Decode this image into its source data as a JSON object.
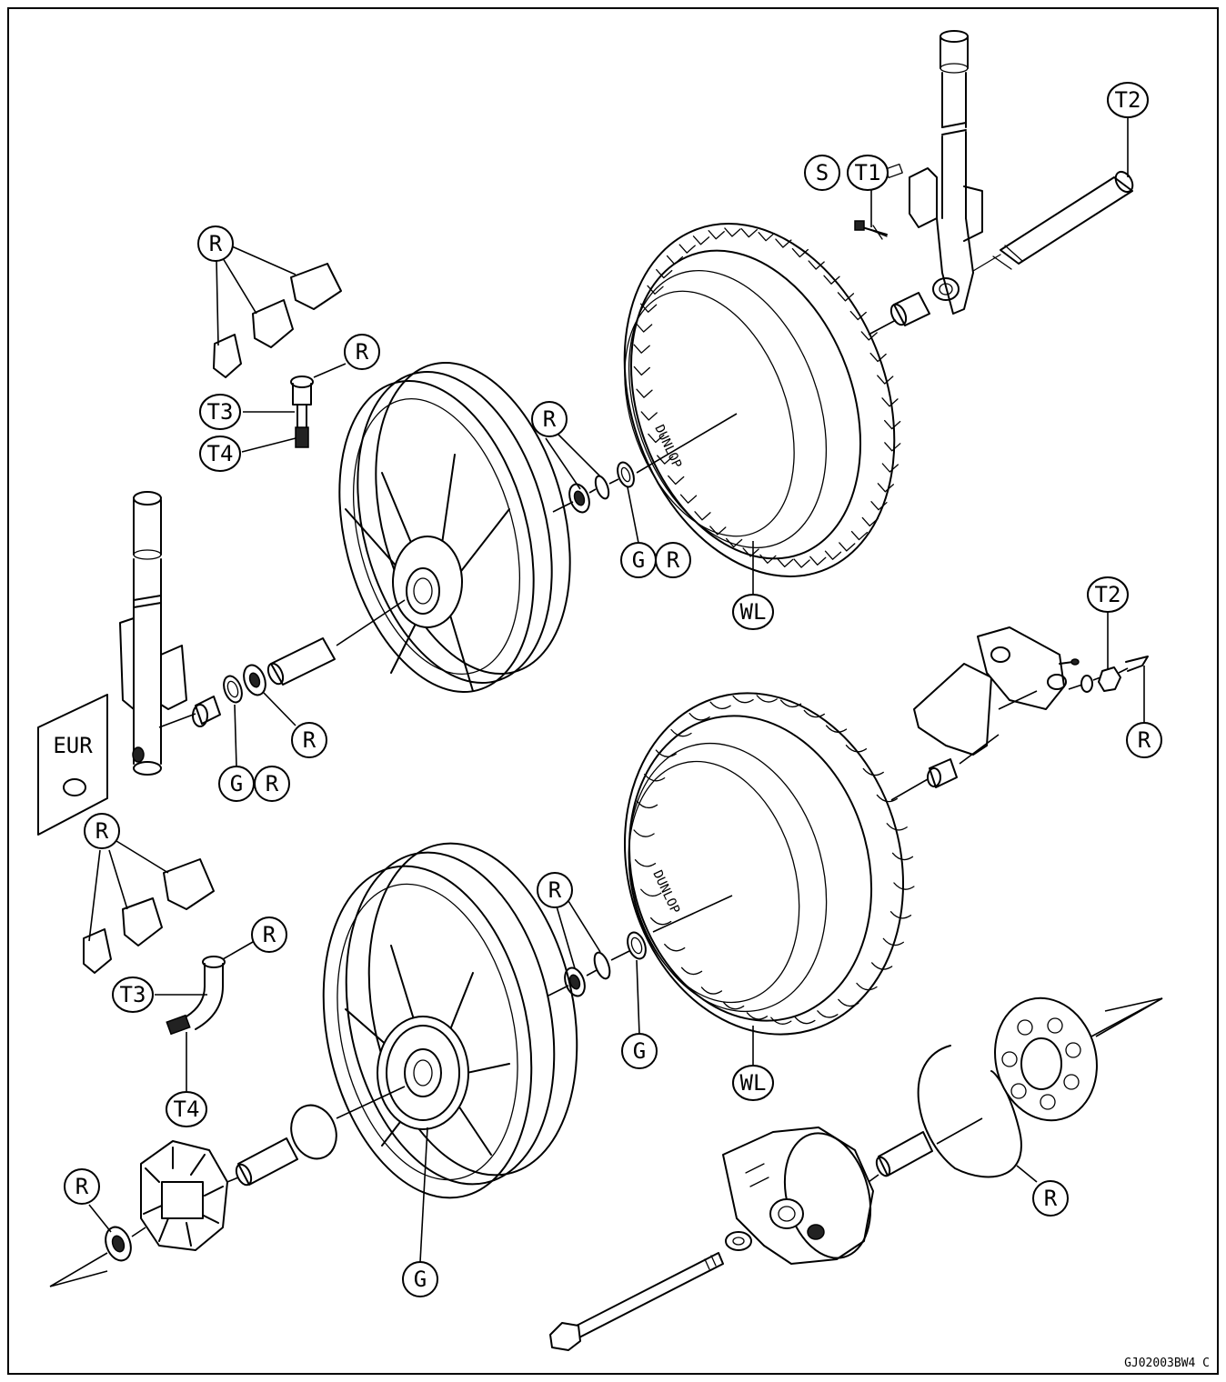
{
  "diagram": {
    "figure_code": "GJ02003BW4 C",
    "region_box": "EUR",
    "callouts": {
      "R": "R",
      "G": "G",
      "S": "S",
      "T1": "T1",
      "T2": "T2",
      "T3": "T3",
      "T4": "T4",
      "WL": "WL"
    },
    "tire_brand_front": "DUNLOP",
    "tire_brand_rear": "DUNLOP"
  }
}
